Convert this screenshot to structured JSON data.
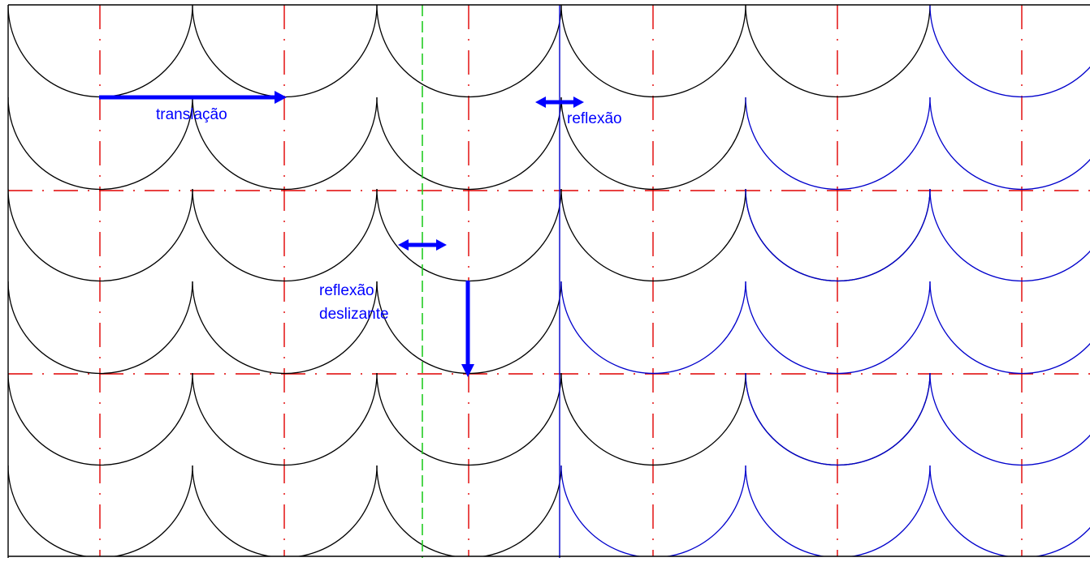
{
  "labels": {
    "translation": "translação",
    "reflection": "reflexão",
    "glide_reflection_line1": "reflexão",
    "glide_reflection_line2": "deslizante"
  },
  "colors": {
    "background": "#ffffff",
    "black_arcs": "#000000",
    "blue_arcs": "#0000cc",
    "symmetry_axes": "#e00000",
    "glide_axis": "#22cc22",
    "mirror_line": "#0000cc",
    "arrows": "#0000ff",
    "label_text": "#0000ff",
    "frame": "#000000"
  },
  "pattern": {
    "description_note": "",
    "columns_of_vertical_axes": 6,
    "rows_of_horizontal_axes": 2
  }
}
